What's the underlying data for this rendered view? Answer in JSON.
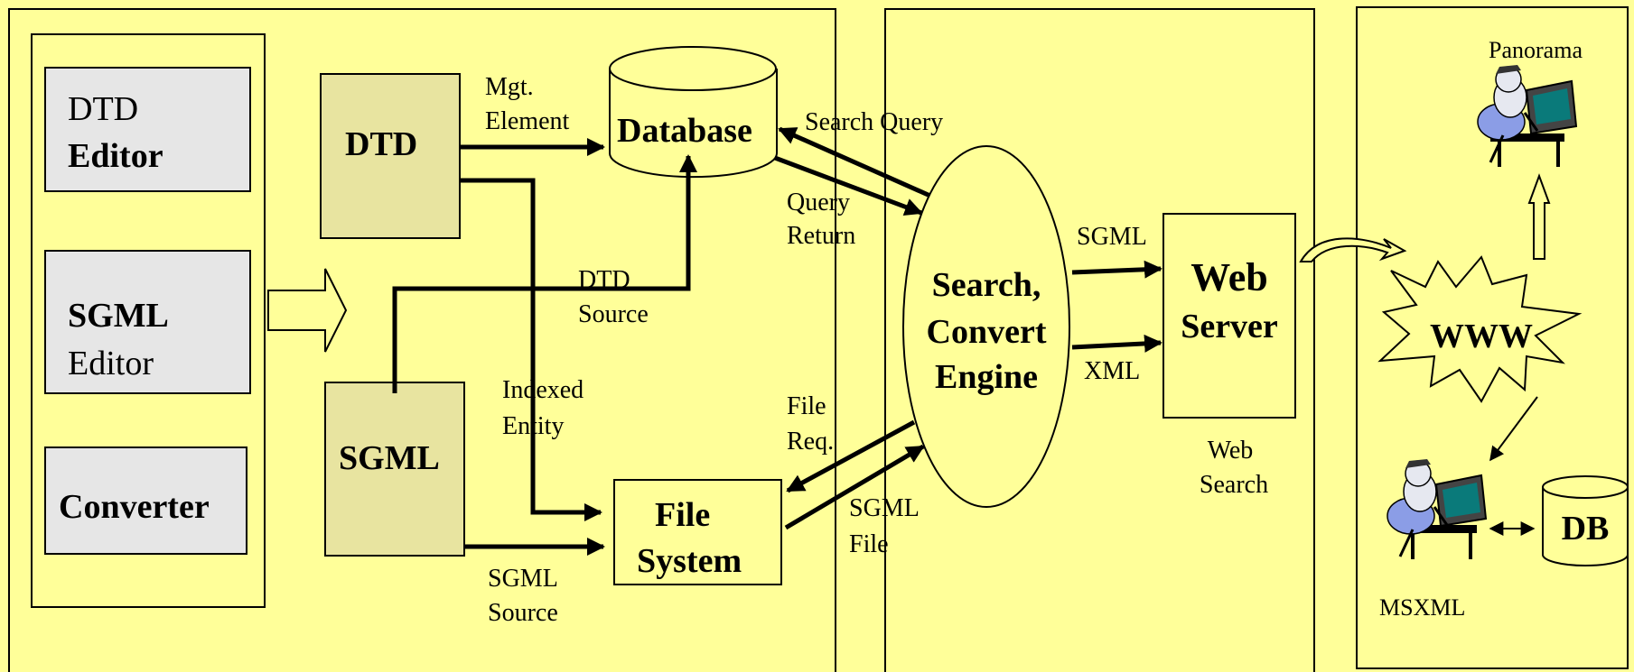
{
  "left_panel": {
    "tools": {
      "dtd_editor": [
        "DTD",
        "Editor"
      ],
      "sgml_editor": [
        "SGML",
        "Editor"
      ],
      "converter": "Converter"
    },
    "dtd_box": "DTD",
    "sgml_box": "SGML",
    "database": "Database",
    "file_system": [
      "File",
      "System"
    ],
    "labels": {
      "mgt_element": [
        "Mgt.",
        "Element"
      ],
      "dtd_source": [
        "DTD",
        "Source"
      ],
      "indexed_entity": [
        "Indexed",
        "Entity"
      ],
      "sgml_source": [
        "SGML",
        "Source"
      ],
      "search_query": "Search Query",
      "query_return": [
        "Query",
        "Return"
      ],
      "file_req": [
        "File",
        "Req."
      ],
      "sgml_file": [
        "SGML",
        "File"
      ]
    }
  },
  "middle_panel": {
    "engine": [
      "Search,",
      "Convert",
      "Engine"
    ],
    "web_server": [
      "Web",
      "Server"
    ],
    "web_search": [
      "Web",
      "Search"
    ],
    "sgml_label": "SGML",
    "xml_label": "XML"
  },
  "right_panel": {
    "panorama": "Panorama",
    "www": "WWW",
    "db": "DB",
    "msxml": "MSXML"
  },
  "colors": {
    "background": "#ffff99",
    "tool_box": "#e6e6e6",
    "doc_box": "#e8e4a0"
  }
}
